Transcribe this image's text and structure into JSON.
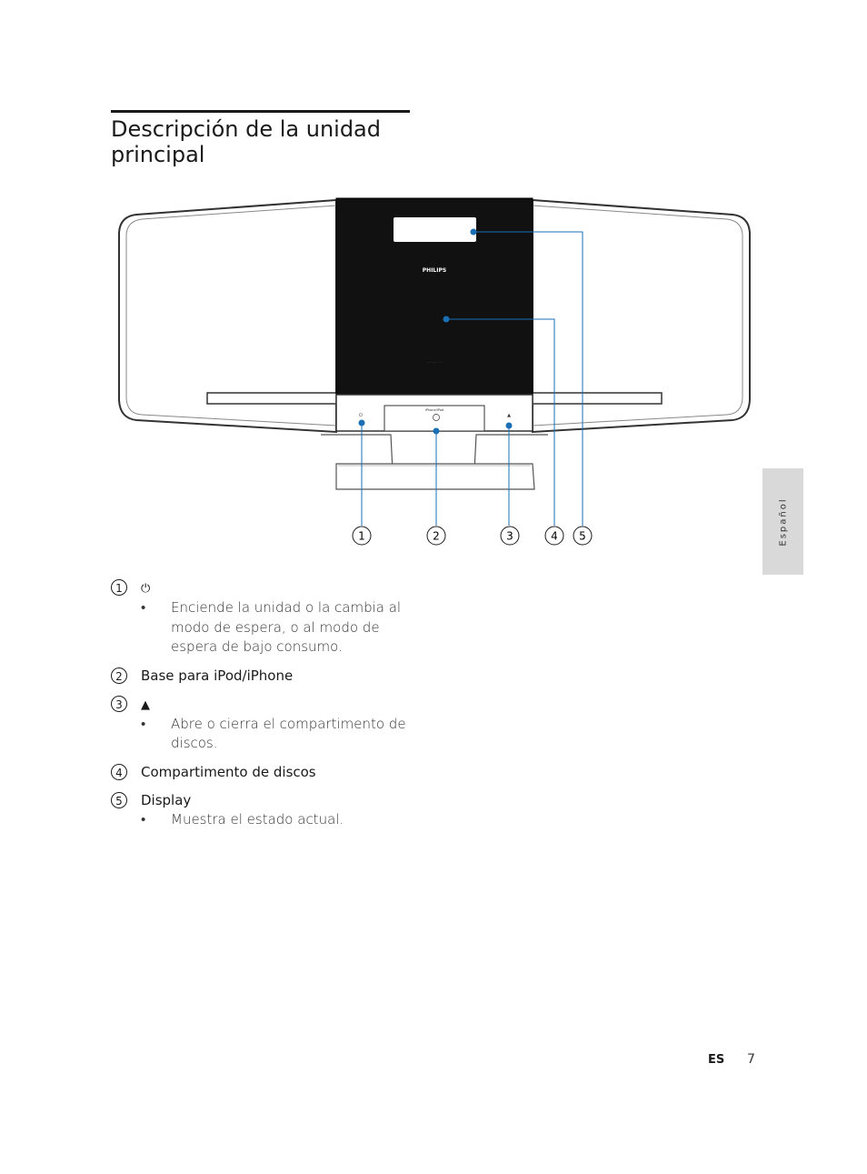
{
  "page": {
    "title": "Descripción de la unidad principal",
    "side_tab": "Español",
    "footer": {
      "lang": "ES",
      "page_number": "7"
    }
  },
  "figure": {
    "brand": "PHILIPS",
    "dock_text": "iPhone/iPod",
    "callouts": [
      "1",
      "2",
      "3",
      "4",
      "5"
    ],
    "accent_color": "#1a6fb5"
  },
  "items": [
    {
      "num": "1",
      "label": "",
      "icon": "power-icon",
      "icon_glyph": "⏻",
      "bullets": [
        "Enciende la unidad o la cambia al modo de espera, o al modo de espera de bajo consumo."
      ]
    },
    {
      "num": "2",
      "label": "Base para iPod/iPhone",
      "icon": "",
      "icon_glyph": "",
      "bullets": []
    },
    {
      "num": "3",
      "label": "",
      "icon": "eject-icon",
      "icon_glyph": "▲",
      "bullets": [
        "Abre o cierra el compartimento de discos."
      ]
    },
    {
      "num": "4",
      "label": "Compartimento de discos",
      "icon": "",
      "icon_glyph": "",
      "bullets": []
    },
    {
      "num": "5",
      "label": "Display",
      "icon": "",
      "icon_glyph": "",
      "bullets": [
        "Muestra el estado actual."
      ]
    }
  ]
}
